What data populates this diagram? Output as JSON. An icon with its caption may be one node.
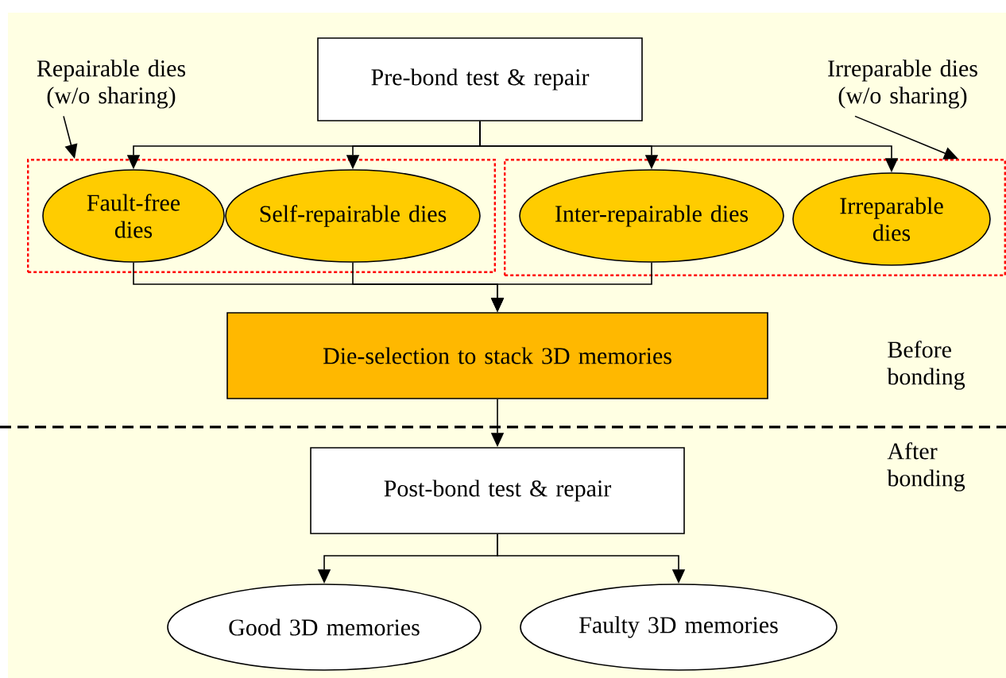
{
  "diagram": {
    "nodes": [
      {
        "text": [
          "Pre-bond test & repair"
        ]
      },
      {
        "text": [
          "Repairable dies (w/o sharing)"
        ]
      },
      {
        "text": [
          "Irreparable dies (w/o sharing)"
        ]
      },
      {
        "text": [],
        "shape": "box"
      },
      {
        "text": [
          "Fault-free dies"
        ],
        "in": 3
      },
      {
        "text": [
          "Self-repairable dies"
        ],
        "in": 3
      },
      {
        "text": [],
        "shape": "box"
      },
      {
        "text": [
          "Inter-repairable dies"
        ],
        "in": 6
      },
      {
        "text": [
          "Irreparable dies"
        ],
        "in": 6
      },
      {
        "text": [
          "Die-selection to stack 3D memories"
        ]
      },
      {
        "text": [
          "Post-bond test & repair"
        ]
      },
      {
        "text": [
          "Good 3D memories"
        ]
      },
      {
        "text": [
          "Faulty 3D memories"
        ]
      }
    ],
    "edges": [
      {
        "from": 0,
        "to": 4,
        "arrow": "to"
      },
      {
        "from": 0,
        "to": 5,
        "arrow": "to"
      },
      {
        "from": 0,
        "to": 7,
        "arrow": "to"
      },
      {
        "from": 0,
        "to": 8,
        "arrow": "to"
      },
      {
        "from": 1,
        "to": 3,
        "arrow": "to"
      },
      {
        "from": 2,
        "to": 6,
        "arrow": "to"
      },
      {
        "from": 4,
        "to": 9,
        "arrow": "to"
      },
      {
        "from": 5,
        "to": 9,
        "arrow": "to"
      },
      {
        "from": 7,
        "to": 9,
        "arrow": "to"
      },
      {
        "from": 9,
        "to": 10,
        "arrow": "to"
      },
      {
        "from": 10,
        "to": 11,
        "arrow": "to"
      },
      {
        "from": 10,
        "to": 12,
        "arrow": "to"
      }
    ],
    "labels": [
      "Before bonding",
      "After bonding"
    ]
  }
}
